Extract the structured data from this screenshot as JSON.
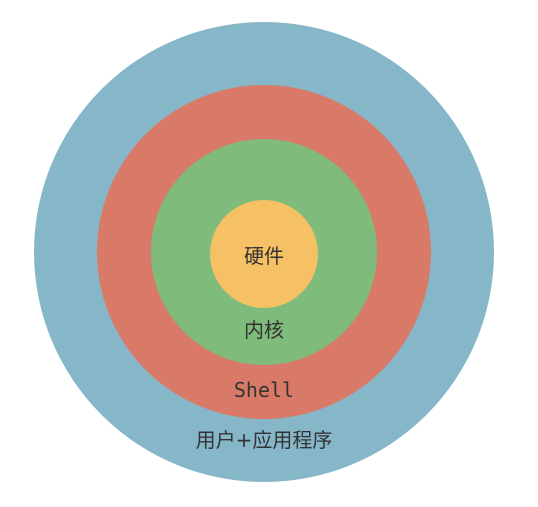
{
  "layers": [
    {
      "id": "user",
      "label": "用户+应用程序",
      "color": "#86b7c8"
    },
    {
      "id": "shell",
      "label": "Shell",
      "color": "#d97a68"
    },
    {
      "id": "kernel",
      "label": "内核",
      "color": "#7fbb7b"
    },
    {
      "id": "hardware",
      "label": "硬件",
      "color": "#f6c065"
    }
  ]
}
